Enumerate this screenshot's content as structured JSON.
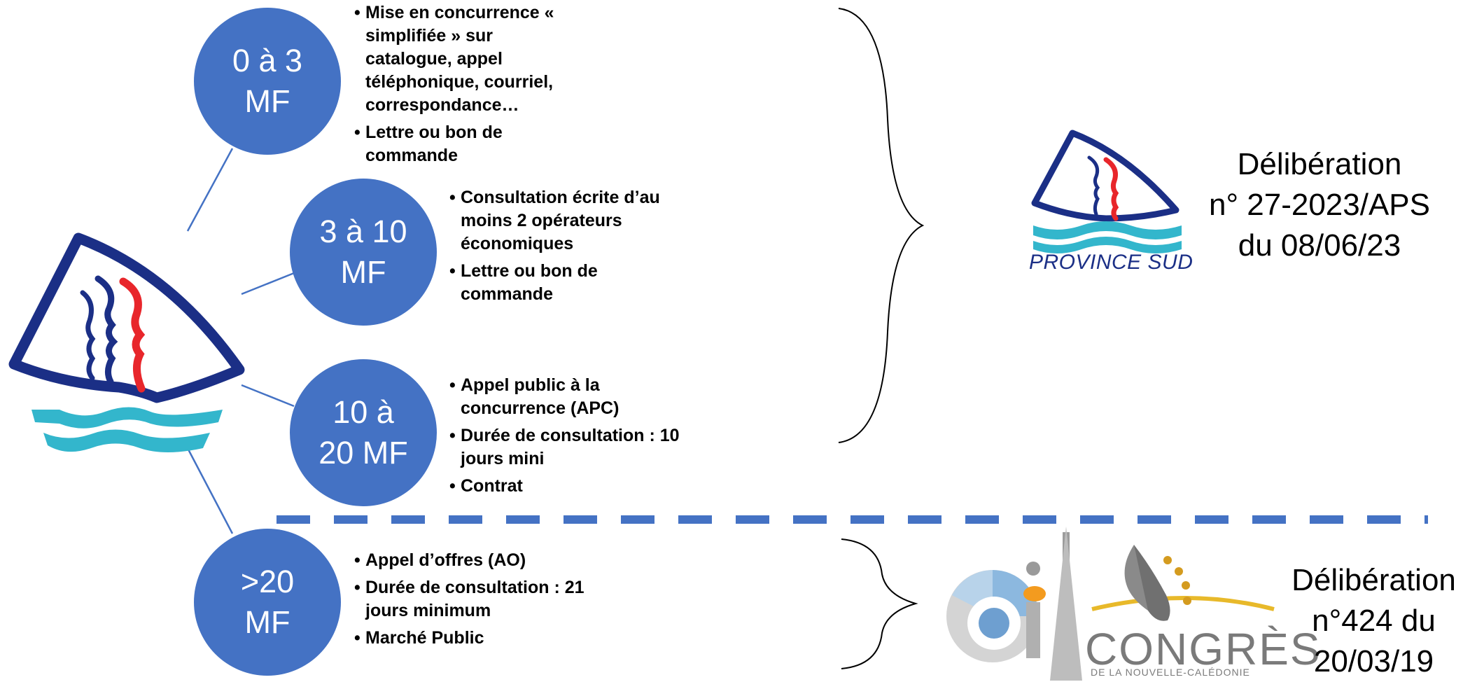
{
  "tiers": [
    {
      "label": "0 à 3\nMF",
      "items": [
        "Mise en concurrence « simplifiée » sur catalogue, appel téléphonique, courriel, correspondance…",
        "Lettre ou bon de commande"
      ]
    },
    {
      "label": "3 à 10\nMF",
      "items": [
        "Consultation écrite d’au moins 2 opérateurs économiques",
        "Lettre ou bon de commande"
      ]
    },
    {
      "label": "10 à\n20 MF",
      "items": [
        "Appel public à la concurrence (APC)",
        "Durée de consultation : 10 jours mini",
        "Contrat"
      ]
    },
    {
      "label": ">20\nMF",
      "items": [
        "Appel d’offres (AO)",
        "Durée de consultation : 21 jours minimum",
        "Marché Public"
      ]
    }
  ],
  "province_sud": {
    "logo_text": "PROVINCE SUD",
    "deliberation": "Délibération\nn° 27-2023/APS\ndu 08/06/23"
  },
  "congres": {
    "logo_word": "CONGRÈS",
    "logo_sub": "DE LA NOUVELLE-CALÉDONIE",
    "deliberation": "Délibération\nn°424 du\n20/03/19"
  },
  "colors": {
    "accent": "#4472c4",
    "navy": "#1b2f86",
    "red": "#e8262b",
    "teal": "#33b6cc"
  }
}
